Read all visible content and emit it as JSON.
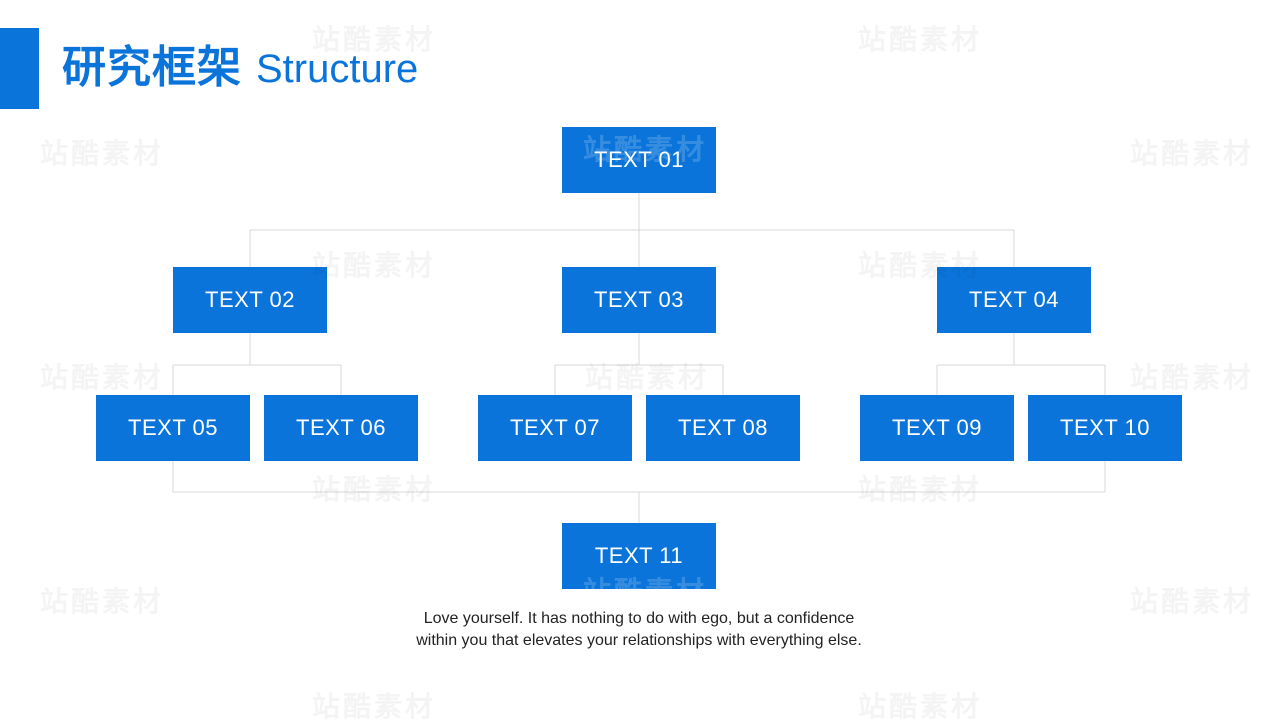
{
  "header": {
    "title_zh": "研究框架",
    "title_en": "Structure"
  },
  "nodes": [
    {
      "id": "01",
      "label": "TEXT 01"
    },
    {
      "id": "02",
      "label": "TEXT 02"
    },
    {
      "id": "03",
      "label": "TEXT 03"
    },
    {
      "id": "04",
      "label": "TEXT 04"
    },
    {
      "id": "05",
      "label": "TEXT 05"
    },
    {
      "id": "06",
      "label": "TEXT 06"
    },
    {
      "id": "07",
      "label": "TEXT 07"
    },
    {
      "id": "08",
      "label": "TEXT 08"
    },
    {
      "id": "09",
      "label": "TEXT 09"
    },
    {
      "id": "10",
      "label": "TEXT 10"
    },
    {
      "id": "11",
      "label": "TEXT 11"
    }
  ],
  "quote": {
    "line1": "Love yourself. It has nothing to do with ego, but a confidence",
    "line2": "within you that elevates your relationships with everything else."
  },
  "watermark": "站酷素材",
  "colors": {
    "accent": "#0a74da",
    "connector": "#d9d9d9",
    "node_text": "#ffffff",
    "body_text": "#222222"
  }
}
